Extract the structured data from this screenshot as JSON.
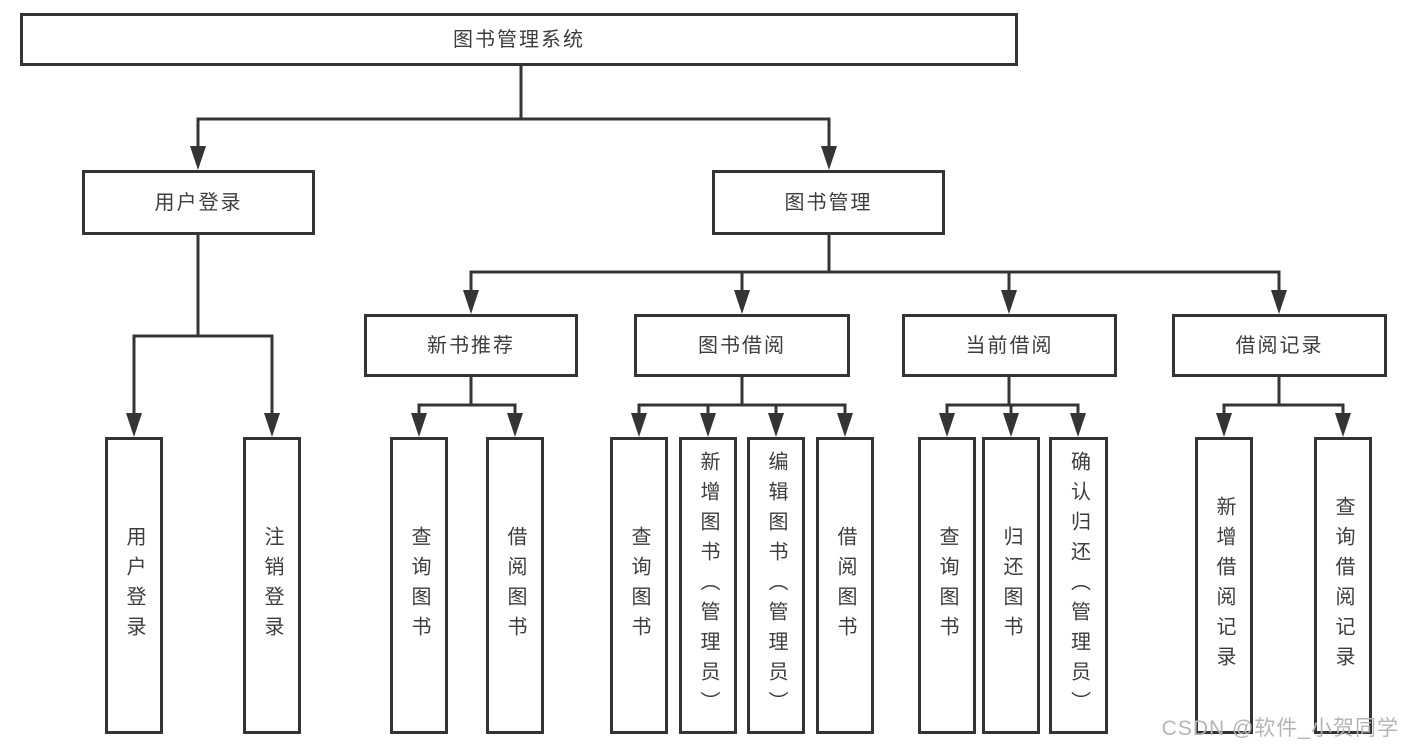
{
  "diagram": {
    "root": "图书管理系统",
    "level2": [
      {
        "label": "用户登录"
      },
      {
        "label": "图书管理"
      }
    ],
    "level3": [
      {
        "label": "新书推荐"
      },
      {
        "label": "图书借阅"
      },
      {
        "label": "当前借阅"
      },
      {
        "label": "借阅记录"
      }
    ],
    "leaves": {
      "user": [
        "用户登录",
        "注销登录"
      ],
      "recommend": [
        "查询图书",
        "借阅图书"
      ],
      "borrow": [
        "查询图书",
        "新增图书（管理员）",
        "编辑图书（管理员）",
        "借阅图书"
      ],
      "current": [
        "查询图书",
        "归还图书",
        "确认归还（管理员）"
      ],
      "records": [
        "新增借阅记录",
        "查询借阅记录"
      ]
    }
  },
  "watermark": {
    "text": "CSDN @软件_小贺同学"
  },
  "colors": {
    "line": "#343434",
    "text": "#3d3d3d",
    "background": "#ffffff",
    "watermark": "#b5b5b5"
  }
}
